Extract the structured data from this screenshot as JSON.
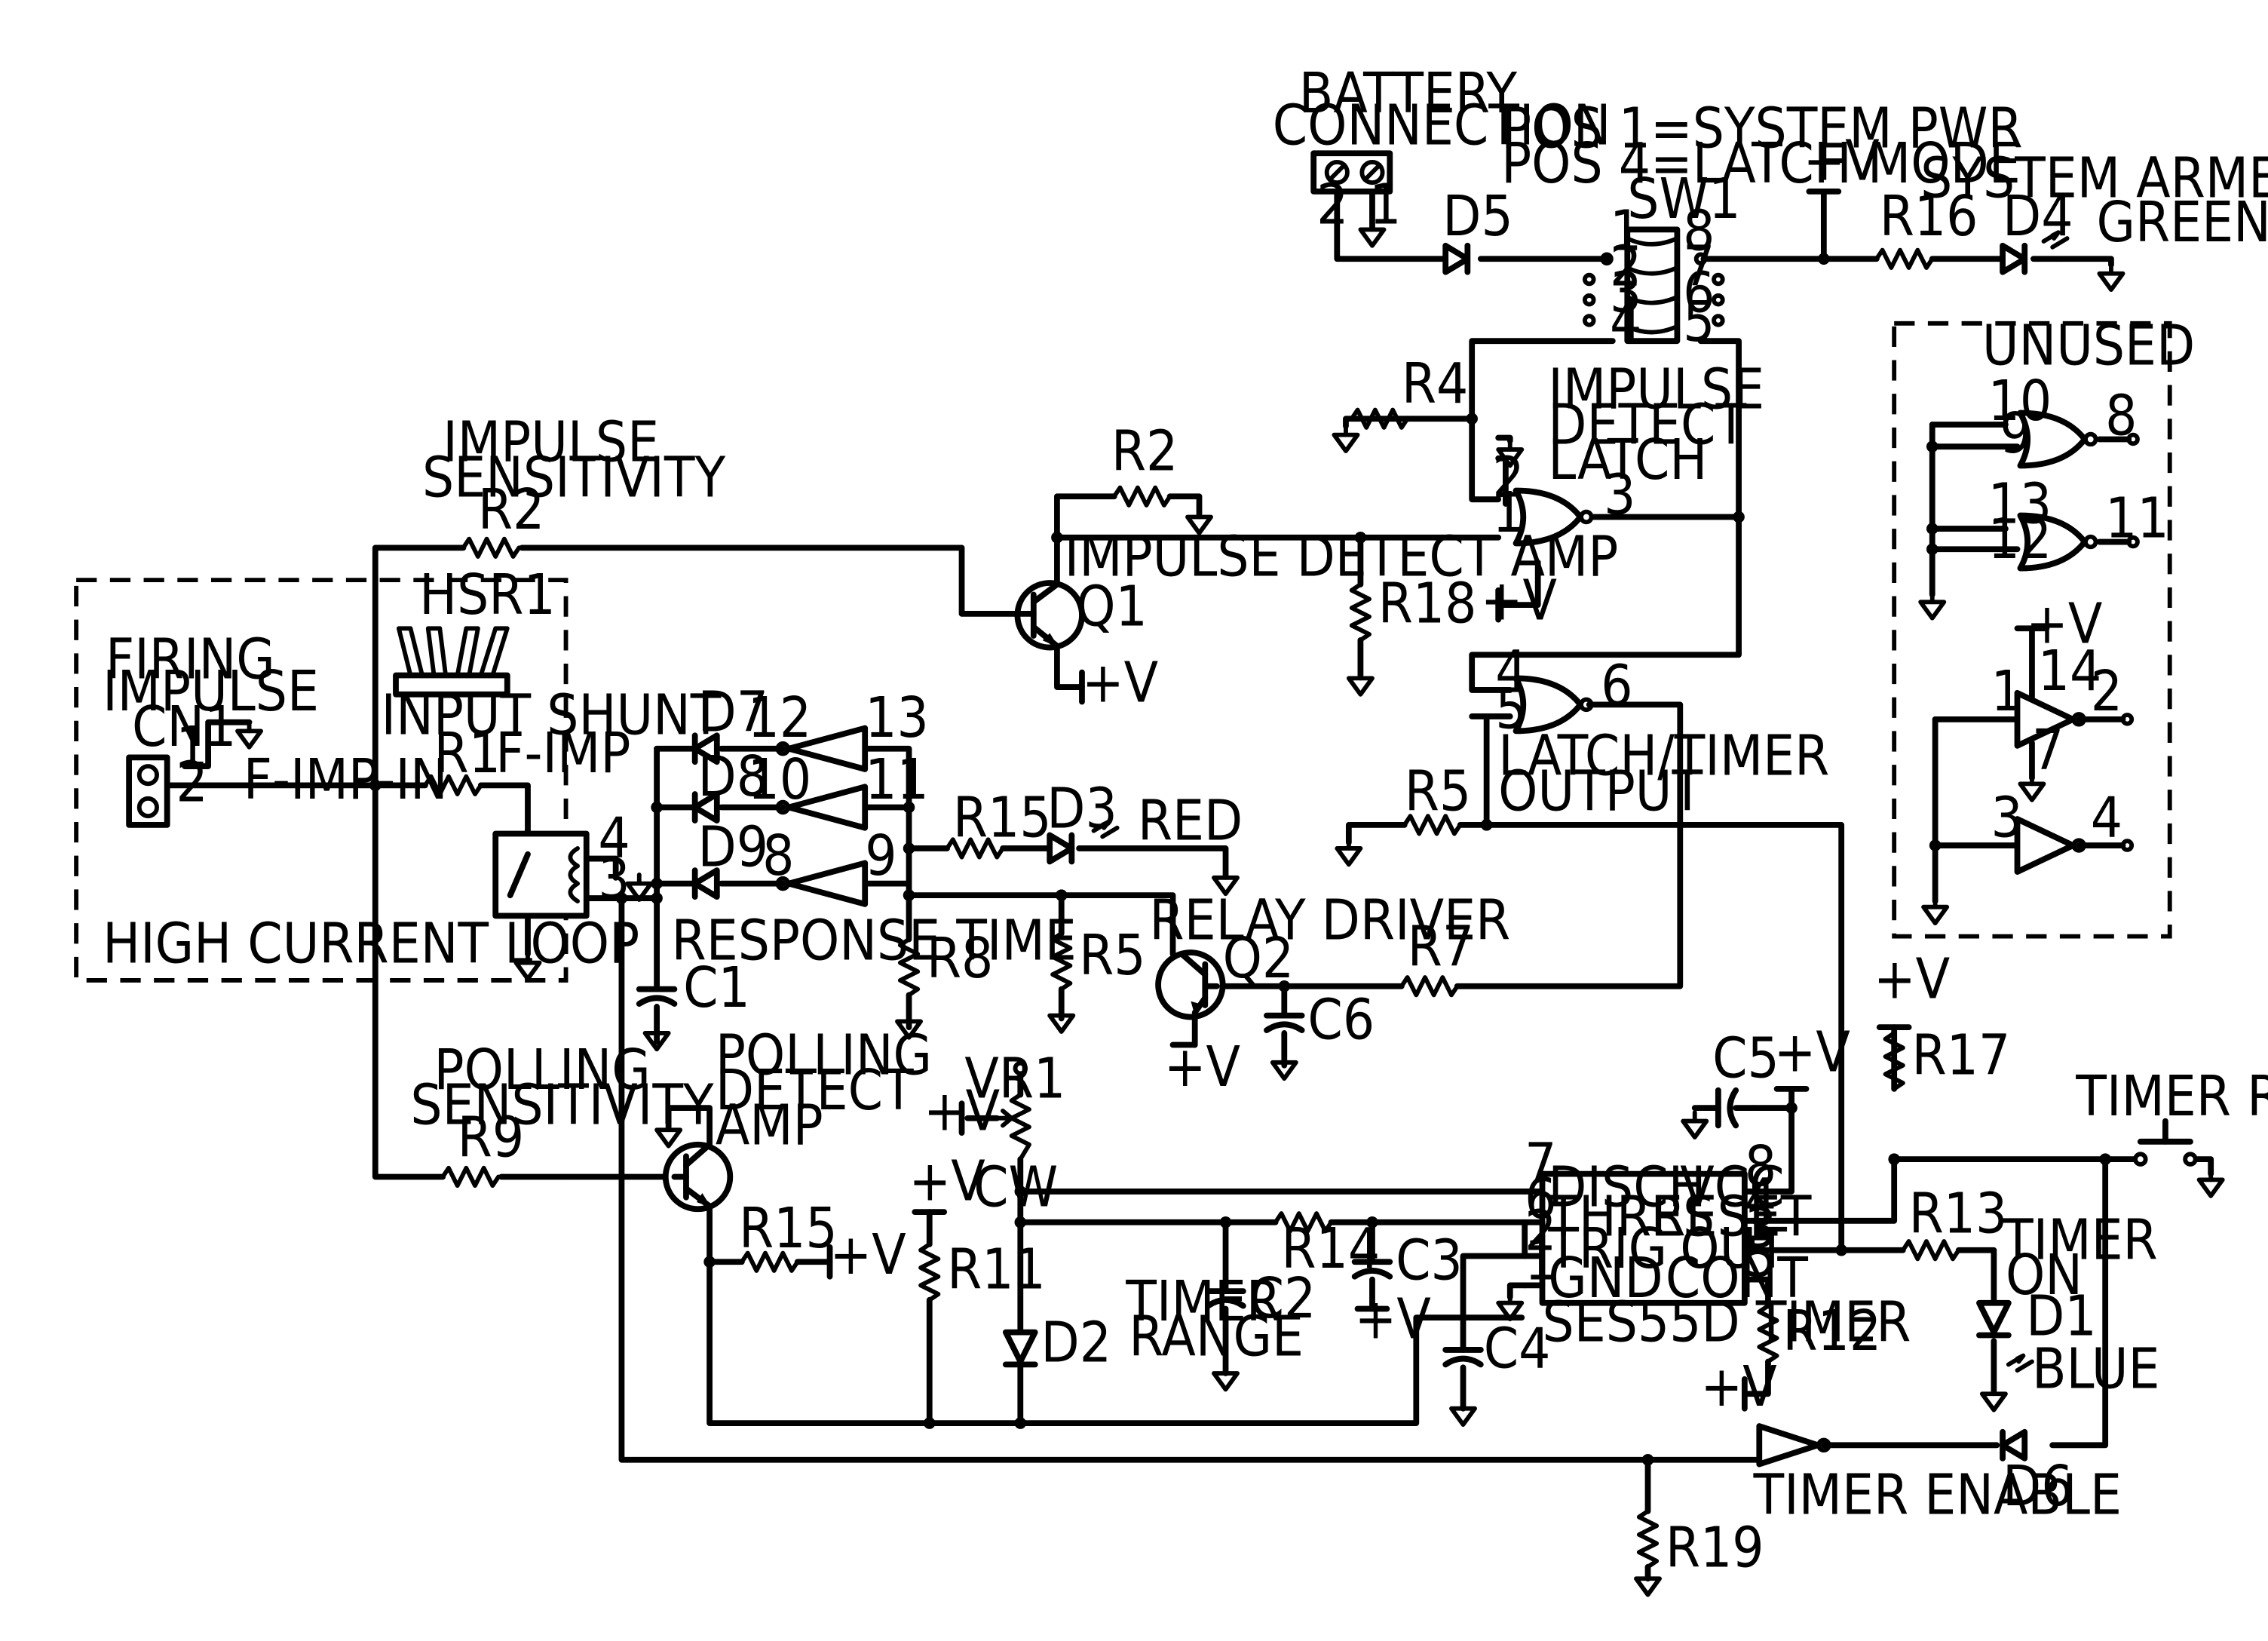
{
  "labels": {
    "battery_connection": [
      "BATTERY",
      "CONNECTION"
    ],
    "switch_notes": [
      "POS 1=SYSTEM PWR",
      "POS 4=LATCH MODE"
    ],
    "sw1": "SW1",
    "plus_v": "+V",
    "system_armed": "SYSTEM ARMED",
    "d5": "D5",
    "r16": "R16",
    "d4": "D4",
    "green": "GREEN",
    "unused": "UNUSED",
    "r4": "R4",
    "impulse_detect_latch": [
      "IMPULSE",
      "DETECT",
      "LATCH"
    ],
    "r2": "R2",
    "impulse_sensitivity": [
      "IMPULSE",
      "SENSITIVITY"
    ],
    "impulse_detect_amp": "IMPULSE DETECT AMP",
    "q1": "Q1",
    "r18": "R18",
    "hsr1": "HSR1",
    "input_shunt": "INPUT SHUNT",
    "firing_impulse": [
      "FIRING",
      "IMPULSE",
      "CN1"
    ],
    "f_imp_in": "F-IMP-IN",
    "r1": "R1",
    "f_imp": "F-IMP",
    "high_current_loop": "HIGH CURRENT LOOP",
    "d7": "D7",
    "d8": "D8",
    "d9": "D9",
    "response_time": "RESPONSE TIME",
    "c1": "C1",
    "r15": "R15",
    "d3": "D3",
    "red": "RED",
    "r8": "R8",
    "r5": "R5",
    "relay_driver": "RELAY DRIVER",
    "q2": "Q2",
    "r7": "R7",
    "c6": "C6",
    "latch_timer_output": [
      "LATCH/TIMER",
      "OUTPUT"
    ],
    "polling_sensitivity": [
      "POLLING",
      "SENSITIVITY",
      "R9"
    ],
    "polling_detect_amp": [
      "POLLING",
      "DETECT",
      "AMP"
    ],
    "vr1": "VR1",
    "cw": "CW",
    "r11": "R11",
    "d2": "D2",
    "r14": "R14",
    "timer_range": [
      "TIMER",
      "RANGE"
    ],
    "c2": "C2",
    "c3": "C3",
    "c4": "C4",
    "c5": "C5",
    "timer_pins_left": [
      "DISCH",
      "THRES",
      "TRIG",
      "GND"
    ],
    "timer_pins_right": [
      "VCC",
      "RESET",
      "OUT",
      "CONT"
    ],
    "timer_name": "SES55D  TIMER",
    "r12": "R12",
    "r17": "R17",
    "timer_reset": "TIMER RESET",
    "r13": "R13",
    "timer_on": [
      "TIMER",
      "ON"
    ],
    "d1": "D1",
    "blue": "BLUE",
    "timer_enable": "TIMER ENABLE",
    "d6": "D6",
    "r19": "R19"
  },
  "pin_numbers": {
    "cn1": [
      "1",
      "2"
    ],
    "battery": [
      "2",
      "1"
    ],
    "sw1_left": [
      "1",
      "2",
      "3",
      "4"
    ],
    "sw1_right": [
      "8",
      "7",
      "6",
      "5"
    ],
    "latch_gate": [
      "2",
      "1",
      "3"
    ],
    "timer_gate": [
      "4",
      "5",
      "6"
    ],
    "relay": [
      "4",
      "3"
    ],
    "buffers": [
      "12",
      "13",
      "10",
      "11",
      "8",
      "9"
    ],
    "timer_left": [
      "7",
      "6",
      "2",
      "1"
    ],
    "timer_right": [
      "8",
      "4",
      "3",
      "5"
    ],
    "unused_gate1": [
      "10",
      "9",
      "8"
    ],
    "unused_gate2": [
      "13",
      "12",
      "11"
    ],
    "unused_buf1": [
      "1",
      "14",
      "2",
      "7"
    ],
    "unused_buf2": [
      "3",
      "4"
    ]
  }
}
